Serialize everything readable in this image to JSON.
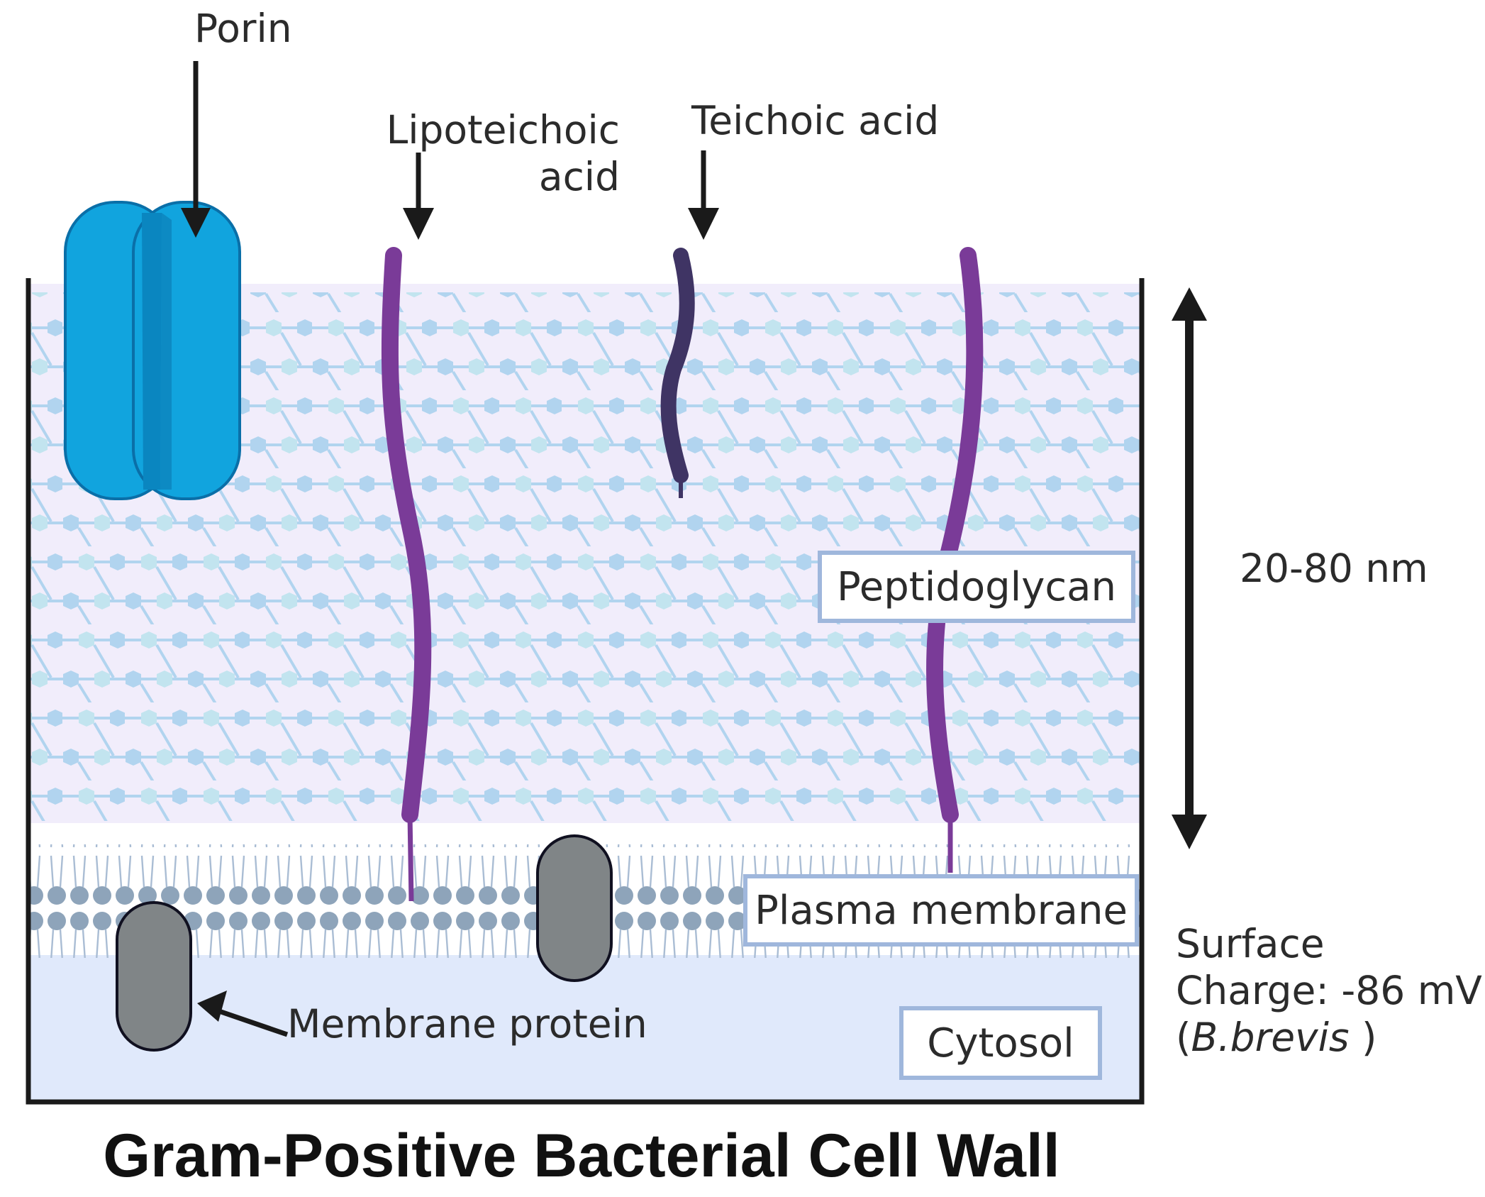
{
  "title": "Gram-Positive Bacterial Cell Wall",
  "labels": {
    "porin": "Porin",
    "lipoteichoic_line1": "Lipoteichoic",
    "lipoteichoic_line2": "acid",
    "teichoic": "Teichoic acid",
    "membrane_protein": "Membrane protein",
    "thickness": "20-80 nm",
    "surface_line1": "Surface",
    "surface_line2": "Charge: -86 mV",
    "surface_paren_open": "(",
    "surface_species": "B.brevis",
    "surface_paren_close": " )"
  },
  "regions": {
    "peptidoglycan": "Peptidoglycan",
    "plasma_membrane": "Plasma membrane",
    "cytosol": "Cytosol"
  },
  "colors": {
    "peptidoglycan_bg": "#f1edfb",
    "hex_light": "#bfe4ee",
    "hex_dark": "#aed3ee",
    "membrane_head": "#8ea4ba",
    "cytosol_bg": "#e0e9fb",
    "porin": "#11a4de",
    "porin_dark": "#0a86c0",
    "lipoteichoic": "#7a3b98",
    "teichoic": "#3f3464",
    "membrane_protein": "#808587",
    "box_border": "#9fb7dc"
  }
}
